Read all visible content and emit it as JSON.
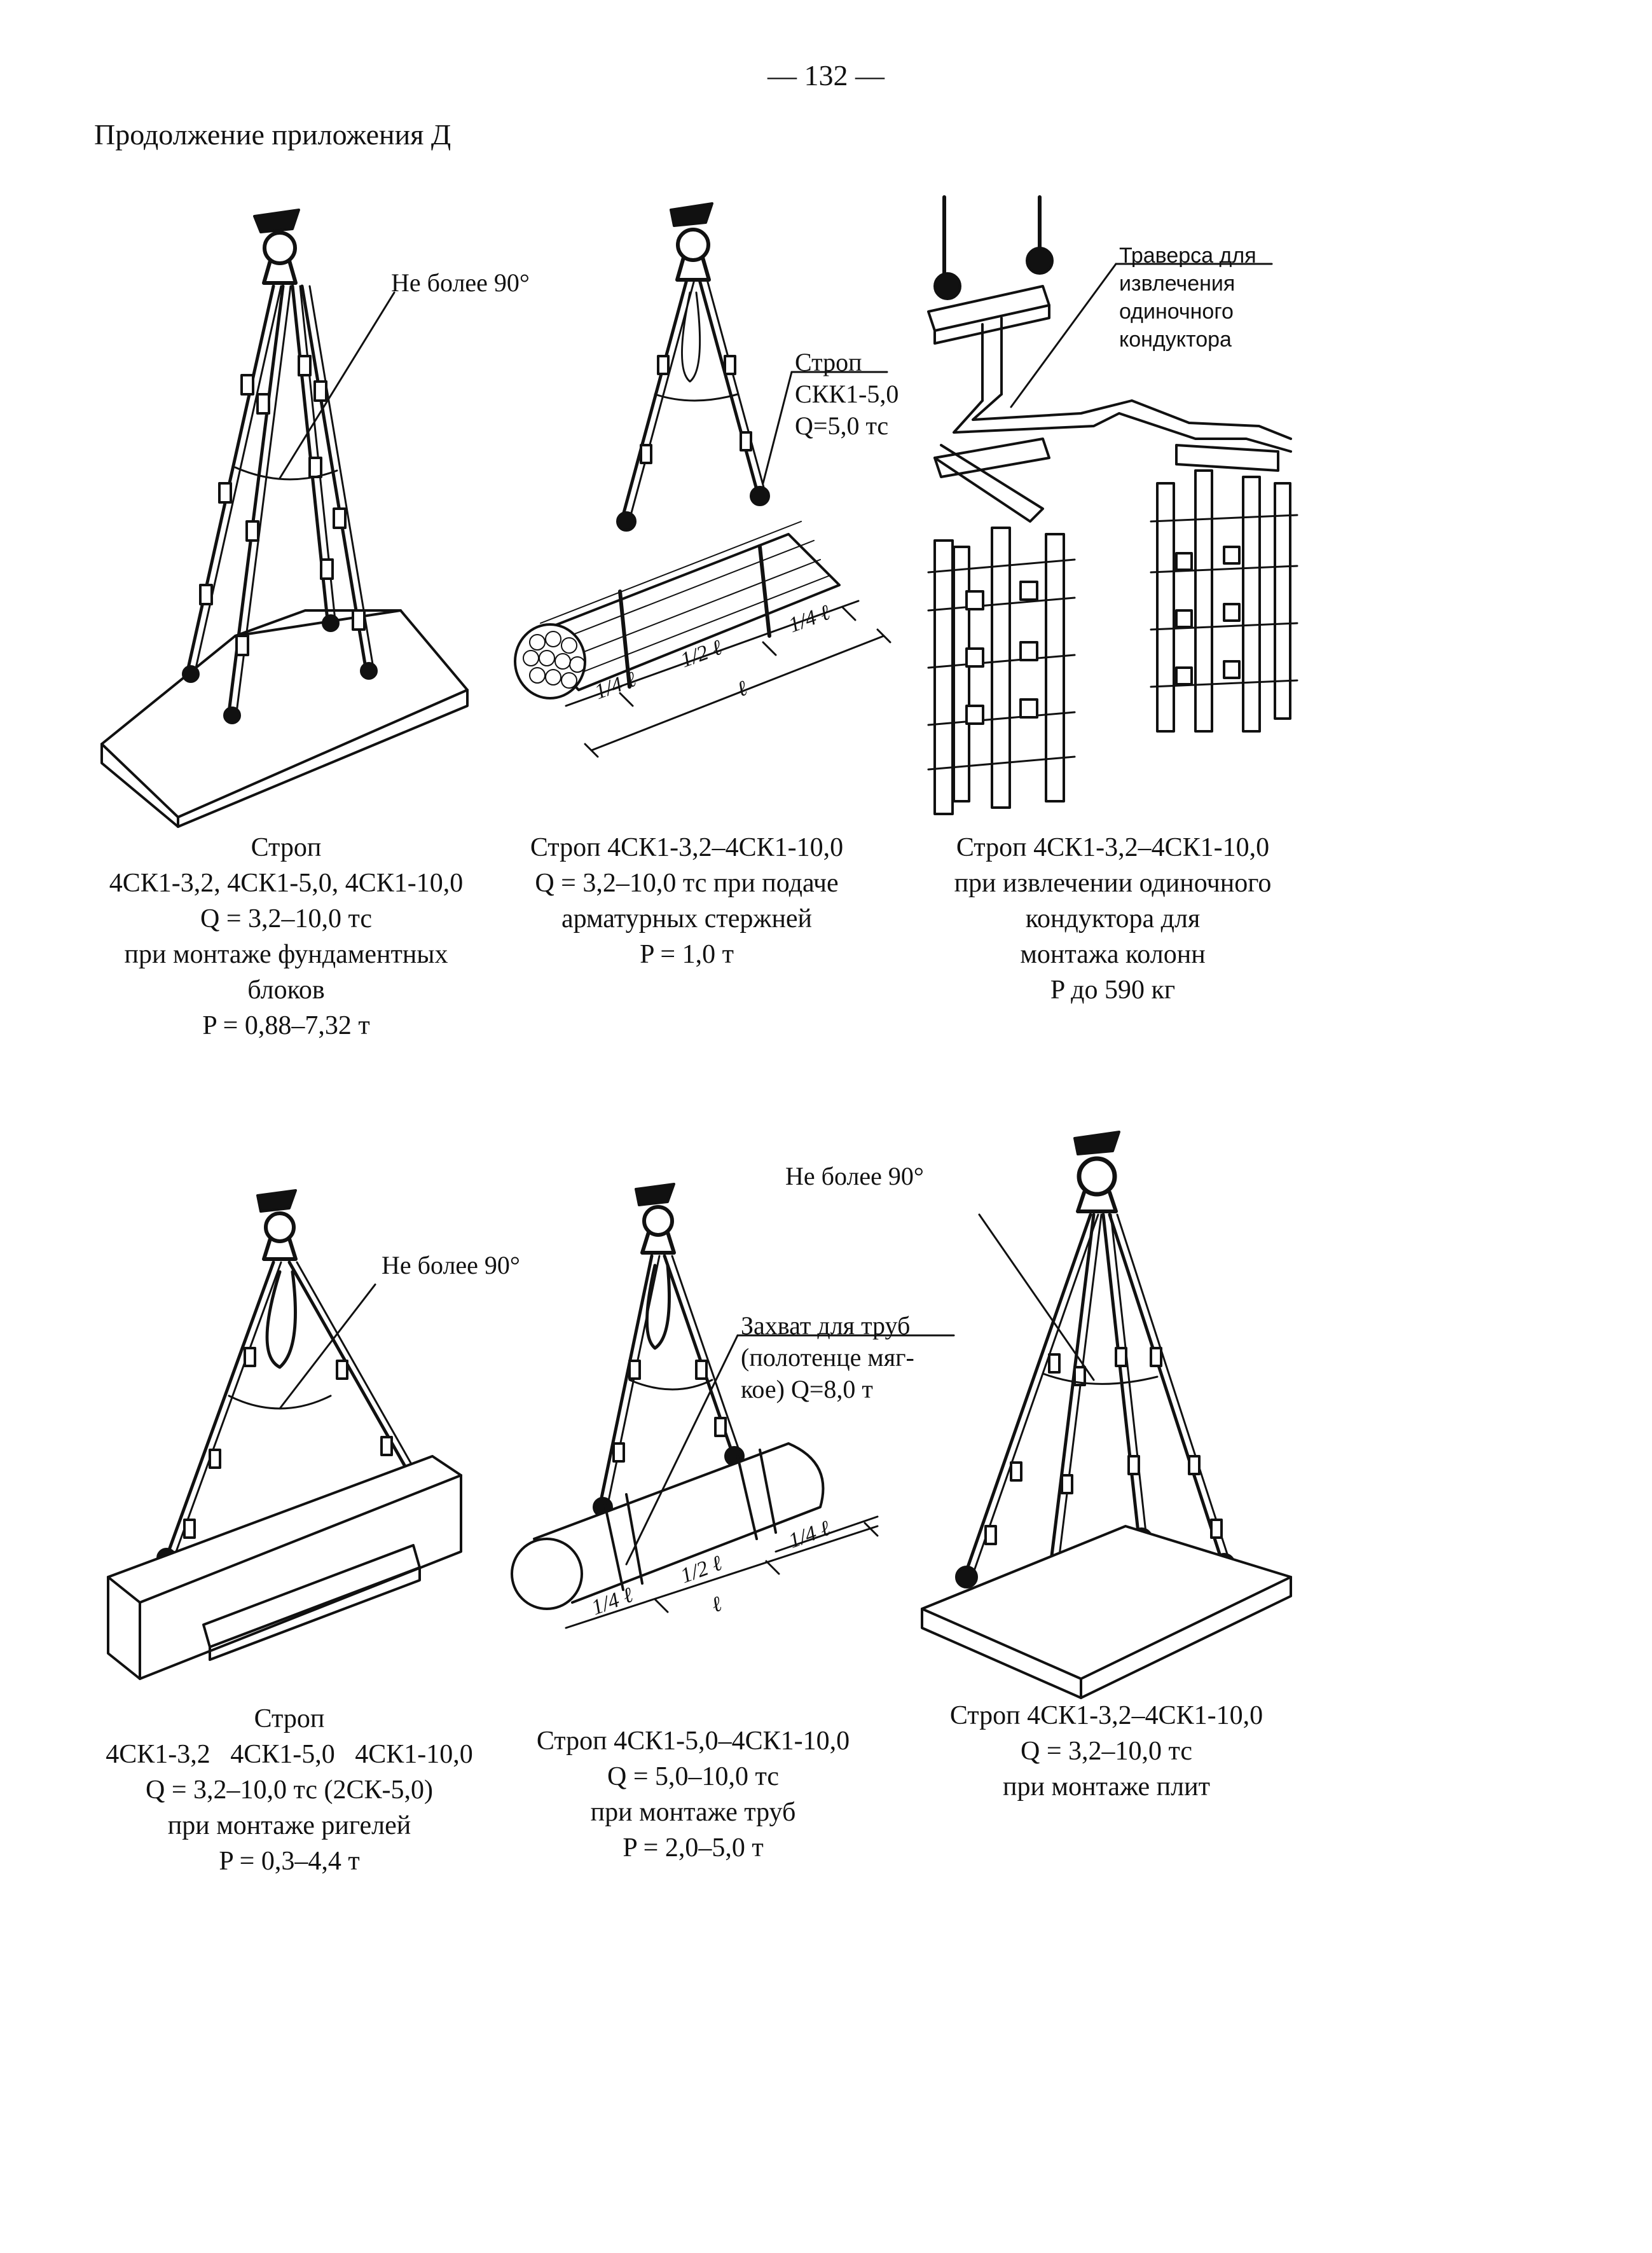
{
  "header": {
    "page_number": "— 132 —",
    "continuation": "Продолжение приложения Д"
  },
  "figures": [
    {
      "angle_label": "Не более 90°",
      "caption": [
        "Строп",
        "4СК1-3,2, 4СК1-5,0, 4СК1-10,0",
        "Q = 3,2–10,0 тс",
        "при монтаже фундаментных",
        "блоков",
        "P = 0,88–7,32 т"
      ]
    },
    {
      "sling_label": [
        "Строп",
        "СКК1-5,0",
        "Q=5,0 тс"
      ],
      "dims": [
        "1/4 ℓ",
        "1/2 ℓ",
        "1/4 ℓ",
        "ℓ"
      ],
      "caption": [
        "Строп 4СК1-3,2–4СК1-10,0",
        "Q = 3,2–10,0 тс при подаче",
        "арматурных стержней",
        "P = 1,0 т"
      ]
    },
    {
      "traverse_label": [
        "Траверса для",
        "извлечения",
        "одиночного",
        "кондуктора"
      ],
      "caption": [
        "Строп 4СК1-3,2–4СК1-10,0",
        "при извлечении одиночного",
        "кондуктора для",
        "монтажа колонн",
        "P до 590 кг"
      ]
    },
    {
      "angle_label": "Не более 90°",
      "caption": [
        "Строп",
        "4СК1-3,2   4СК1-5,0   4СК1-10,0",
        "Q = 3,2–10,0 тс (2СК-5,0)",
        "при монтаже ригелей",
        "P = 0,3–4,4 т"
      ]
    },
    {
      "grip_label": [
        "Захват для труб",
        "(полотенце мяг-",
        "кое) Q=8,0 т"
      ],
      "dims": [
        "1/4 ℓ",
        "1/2 ℓ",
        "1/4 ℓ",
        "ℓ"
      ],
      "caption": [
        "Строп 4СК1-5,0–4СК1-10,0",
        "Q = 5,0–10,0 тс",
        "при монтаже труб",
        "P = 2,0–5,0 т"
      ]
    },
    {
      "angle_label": "Не более 90°",
      "caption": [
        "Строп 4СК1-3,2–4СК1-10,0",
        "Q = 3,2–10,0 тс",
        "при монтаже плит"
      ]
    }
  ]
}
